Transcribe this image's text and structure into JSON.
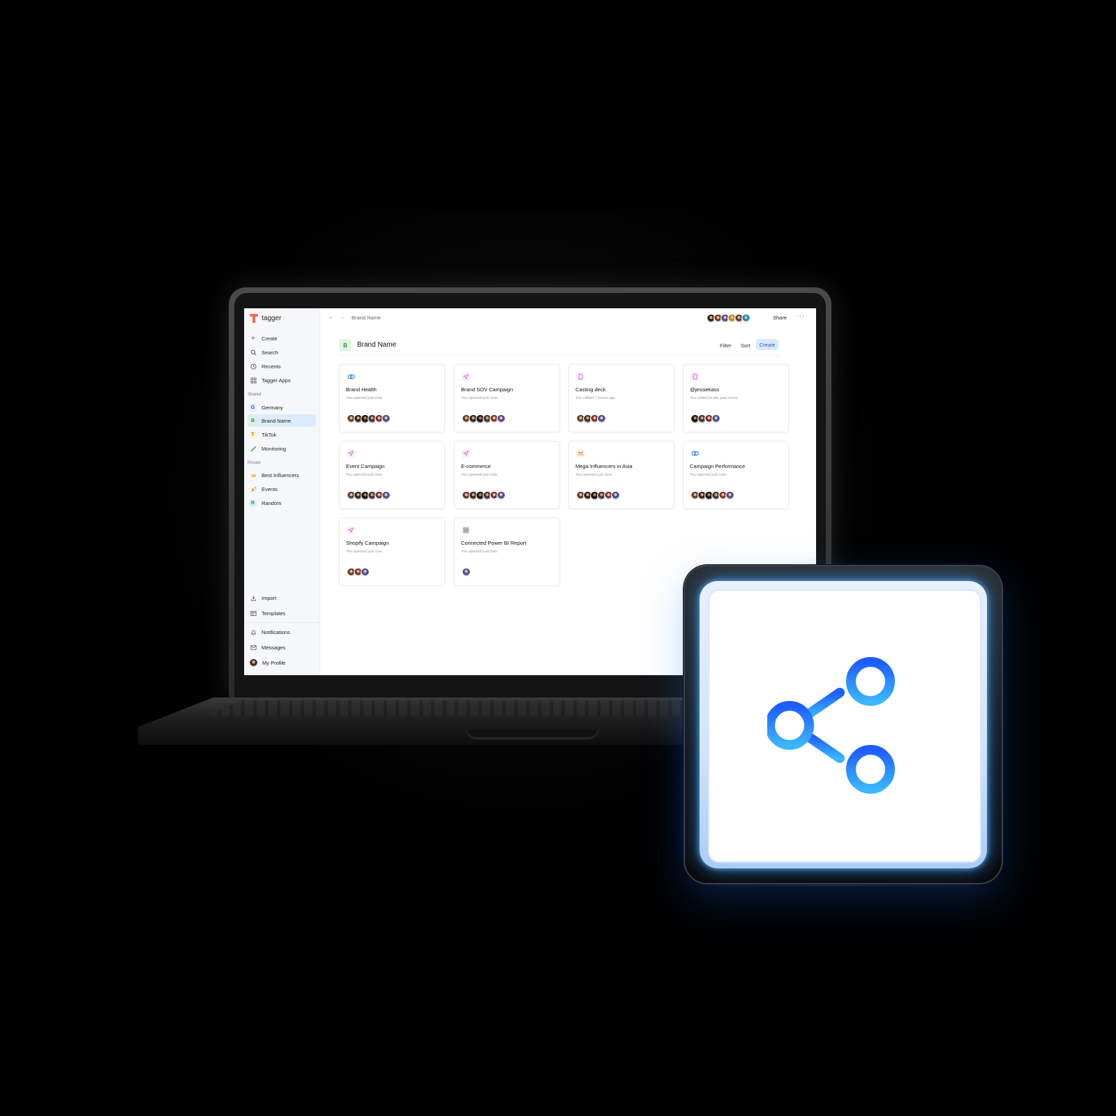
{
  "app": {
    "name": "tagger"
  },
  "sidebar": {
    "top_items": [
      {
        "label": "Create",
        "icon": "plus-icon"
      },
      {
        "label": "Search",
        "icon": "search-icon"
      },
      {
        "label": "Recents",
        "icon": "clock-icon"
      },
      {
        "label": "Tagger Apps",
        "icon": "apps-grid-icon"
      }
    ],
    "shared_label": "Shared",
    "shared_items": [
      {
        "label": "Germany",
        "badge": "G",
        "active": false
      },
      {
        "label": "Brand Name",
        "badge": "B",
        "active": true
      },
      {
        "label": "TikTok",
        "badge": "T",
        "active": false
      },
      {
        "label": "Monitoring",
        "icon": "pen-icon",
        "active": false
      }
    ],
    "private_label": "Private",
    "private_items": [
      {
        "label": "Best Influencers",
        "icon": "crown-icon"
      },
      {
        "label": "Events",
        "icon": "party-icon"
      },
      {
        "label": "Random",
        "badge": "R"
      }
    ],
    "bottom_items": [
      {
        "label": "Import",
        "icon": "download-icon"
      },
      {
        "label": "Templates",
        "icon": "templates-icon"
      },
      {
        "label": "Notifications",
        "icon": "bell-icon"
      },
      {
        "label": "Messages",
        "icon": "mail-icon"
      },
      {
        "label": "My Profile",
        "icon": "avatar"
      }
    ]
  },
  "topbar": {
    "breadcrumb": "Brand Name",
    "share_label": "Share",
    "more_label": "···"
  },
  "page": {
    "badge": "B",
    "title": "Brand Name",
    "filter_label": "Filter",
    "sort_label": "Sort",
    "create_label": "Create"
  },
  "cards": [
    {
      "title": "Brand Health",
      "subtitle": "You opened just now",
      "icon": "link-rings-icon",
      "avatars": 6
    },
    {
      "title": "Brand SOV Campaign",
      "subtitle": "You opened just now",
      "icon": "send-icon",
      "avatars": 6
    },
    {
      "title": "Casting deck",
      "subtitle": "You edited 7 hours ago",
      "icon": "document-icon",
      "avatars": 4
    },
    {
      "title": "@jessiekass",
      "subtitle": "You edited in the past week",
      "icon": "document-icon",
      "avatars": 4
    },
    {
      "title": "Event Campaign",
      "subtitle": "You opened just now",
      "icon": "send-icon",
      "avatars": 6
    },
    {
      "title": "E-commerce",
      "subtitle": "You opened just now",
      "icon": "send-icon",
      "avatars": 6
    },
    {
      "title": "Mega Influencers in Asia",
      "subtitle": "You opened just now",
      "icon": "group-icon",
      "avatars": 6
    },
    {
      "title": "Campaign Performance",
      "subtitle": "You opened just now",
      "icon": "link-rings-icon",
      "avatars": 6
    },
    {
      "title": "Shopify Campaign",
      "subtitle": "You opened just now",
      "icon": "send-icon",
      "avatars": 3
    },
    {
      "title": "Connected Power BI Report",
      "subtitle": "You opened just now",
      "icon": "apps-grid-icon",
      "avatars": 1
    }
  ],
  "share_tile": {
    "icon": "share-icon",
    "colors": [
      "#1e5cff",
      "#3bb6ff"
    ]
  }
}
